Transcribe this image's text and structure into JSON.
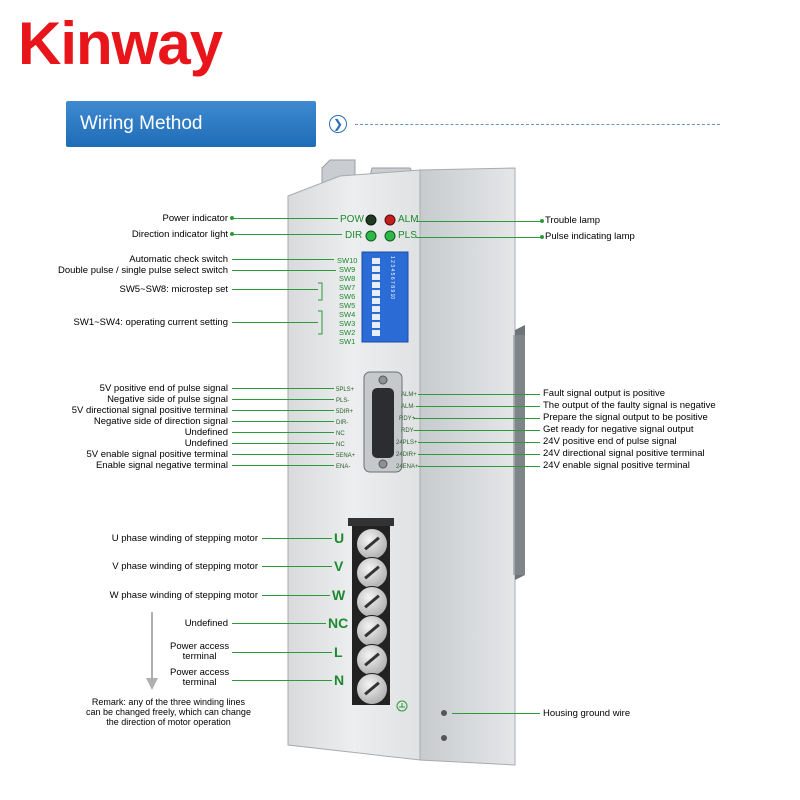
{
  "brand": "Kinway",
  "banner": {
    "title": "Wiring Method",
    "arrow_icon": "circle-chevron-right-icon"
  },
  "indicators": {
    "pow": "POW",
    "dir": "DIR",
    "alm": "ALM",
    "pls": "PLS",
    "colors": {
      "green": "#2fb84a",
      "red": "#c2201e"
    }
  },
  "switch_block": {
    "labels": [
      "SW10",
      "SW9",
      "SW8",
      "SW7",
      "SW6",
      "SW5",
      "SW4",
      "SW3",
      "SW2",
      "SW1"
    ]
  },
  "connector": {
    "left_pins": [
      "5PLS+",
      "PLS-",
      "5DIR+",
      "DIR-",
      "NC",
      "NC",
      "5ENA+",
      "ENA-"
    ],
    "right_pins": [
      "ALM+",
      "ALM-",
      "RDY+",
      "RDY-",
      "24PLS+",
      "24DIR+",
      "24ENA+"
    ]
  },
  "terminals": [
    "U",
    "V",
    "W",
    "NC",
    "L",
    "N"
  ],
  "labels_left": {
    "power_indicator": "Power indicator",
    "direction_indicator": "Direction indicator light",
    "auto_check": "Automatic check switch",
    "pulse_select": "Double pulse / single pulse select switch",
    "microstep": "SW5~SW8: microstep set",
    "current": "SW1~SW4: operating current setting",
    "signals": [
      "5V positive end of pulse signal",
      "Negative side of pulse signal",
      "5V directional signal positive terminal",
      "Negative side of direction signal",
      "Undefined",
      "Undefined",
      "5V enable signal positive terminal",
      "Enable signal negative terminal"
    ],
    "motor": [
      "U phase winding of stepping motor",
      "V phase winding of stepping motor",
      "W phase winding of stepping motor"
    ],
    "undefined": "Undefined",
    "power1": [
      "Power access",
      "terminal"
    ],
    "power2": [
      "Power access",
      "terminal"
    ]
  },
  "labels_right": {
    "trouble": "Trouble lamp",
    "pulse_lamp": "Pulse indicating lamp",
    "signals": [
      "Fault signal output is positive",
      "The output of the faulty signal is negative",
      "Prepare the signal output to be positive",
      "Get ready for negative signal output",
      "24V positive end of pulse signal",
      "24V directional signal positive terminal",
      "24V enable signal positive terminal"
    ],
    "ground": "Housing ground wire"
  },
  "remark": [
    "Remark: any of the three winding lines",
    "can be changed freely, which can change",
    "the direction of motor operation"
  ],
  "dip_numbers": "1 2 3 4 5 6 7 8 9 10",
  "icons": {
    "ground": "ground-symbol-icon",
    "led": "led-indicator-icon",
    "screw": "terminal-screw-icon"
  }
}
